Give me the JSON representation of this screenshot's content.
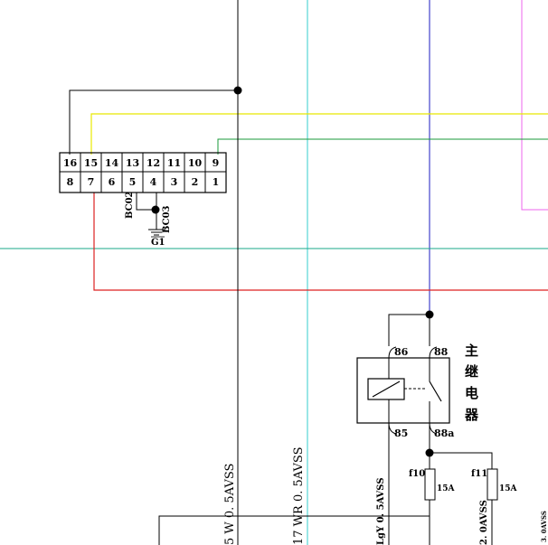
{
  "connector": {
    "top_pins": [
      "16",
      "15",
      "14",
      "13",
      "12",
      "11",
      "10",
      "9"
    ],
    "bottom_pins": [
      "8",
      "7",
      "6",
      "5",
      "4",
      "3",
      "2",
      "1"
    ]
  },
  "grounds": {
    "bc02": "BC02",
    "bc03": "BC03",
    "g1": "G1"
  },
  "relay": {
    "pins": {
      "p86": "86",
      "p88": "88",
      "p85": "85",
      "p88a": "88a"
    },
    "name_chars": [
      "主",
      "继",
      "电",
      "器"
    ]
  },
  "fuses": [
    {
      "name": "f10",
      "rating": "15A"
    },
    {
      "name": "f11",
      "rating": "15A"
    }
  ],
  "wire_labels": {
    "w1": "5  W  0. 5AVSS",
    "w2": "17  WR  0. 5AVSS",
    "w3": "LgY  0. 5AVSS",
    "w4": "2. 0AVSS",
    "w5": "3. 0AVSS"
  },
  "colors": {
    "black": "#000000",
    "yellow": "#e8e800",
    "green": "#1a9a3a",
    "teal": "#1aa88a",
    "cyan": "#33cccc",
    "red": "#dd2222",
    "blue": "#4444cc",
    "magenta": "#ee66ee"
  }
}
